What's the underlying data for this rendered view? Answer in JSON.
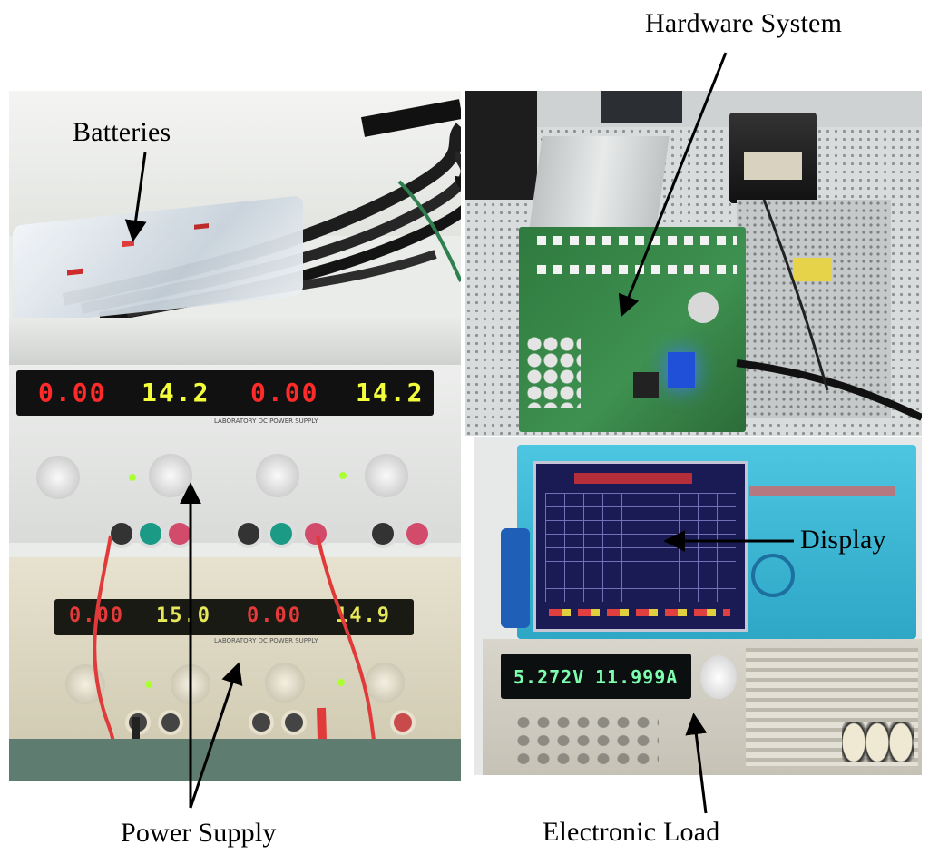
{
  "labels": {
    "hardware_system": "Hardware System",
    "batteries": "Batteries",
    "display": "Display",
    "power_supply": "Power Supply",
    "electronic_load": "Electronic Load"
  },
  "power_supply_top": {
    "readouts": [
      "0.00",
      "14.2",
      "0.00",
      "14.2"
    ],
    "panel_text": "LABORATORY DC POWER SUPPLY"
  },
  "power_supply_bottom": {
    "readouts": [
      "0.00",
      "15.0",
      "0.00",
      "14.9"
    ],
    "panel_text": "LABORATORY DC POWER SUPPLY"
  },
  "electronic_load": {
    "readout_left": "5.272V",
    "readout_right": "11.999A"
  },
  "colors": {
    "seg_red": "#ff2a2a",
    "seg_yellow": "#f2ff3a",
    "seg_green": "#7dffb0",
    "display_blue": "#35b8d8",
    "arrow": "#000000"
  }
}
